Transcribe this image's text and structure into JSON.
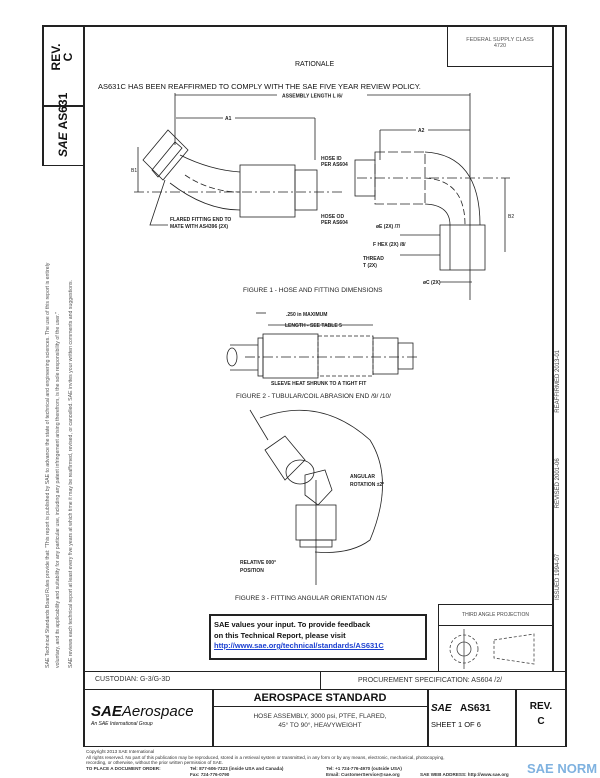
{
  "header": {
    "rev_label": "REV.",
    "rev_value": "C",
    "doc_number": "AS631",
    "sae_mark": "SAE",
    "federal_supply_class": "FEDERAL SUPPLY CLASS",
    "federal_supply_class_value": "4720",
    "rationale_title": "RATIONALE",
    "rationale_text": "AS631C HAS BEEN REAFFIRMED TO COMPLY WITH THE SAE FIVE YEAR REVIEW POLICY."
  },
  "side_notice": {
    "line1": "SAE Technical Standards Board Rules provide that: \"This report is published by SAE to advance the state of technical and engineering sciences. The use of this report is entirely",
    "line2": "voluntary, and its applicability and suitability for any particular use, including any patent infringement arising therefrom, is the sole responsibility of the user.\"",
    "line3": "SAE reviews each technical report at least every five years at which time it may be reaffirmed, revised, or cancelled. SAE invites your written comments and suggestions."
  },
  "right_strip": {
    "issued": "ISSUED 1994-07",
    "revised": "REVISED 2001-06",
    "reaffirmed": "REAFFIRMED 2013-01"
  },
  "figure1": {
    "caption": "FIGURE 1 - HOSE AND FITTING DIMENSIONS",
    "assembly_length": "ASSEMBLY LENGTH L /6/",
    "a1": "A1",
    "a2": "A2",
    "b1": "B1",
    "b2": "B2",
    "hose_id": "HOSE ID",
    "hose_id_per": "PER AS604",
    "hose_od": "HOSE OD",
    "hose_od_per": "PER AS604",
    "flared_1": "FLARED FITTING END TO",
    "flared_2": "MATE WITH AS4396 (2X)",
    "dia_e": "øE (2X) /7/",
    "f_hex": "F HEX (2X) /8/",
    "thread": "THREAD",
    "thread_t": "T (2X)",
    "dia_c": "øC (2X)"
  },
  "figure2": {
    "caption": "FIGURE 2 - TUBULAR/COIL ABRASION END /9/ /10/",
    "max": ".250 in MAXIMUM",
    "length": "LENGTH - SEE TABLE 5",
    "sleeve": "SLEEVE HEAT SHRUNK TO A TIGHT FIT"
  },
  "figure3": {
    "caption": "FIGURE 3 - FITTING ANGULAR ORIENTATION /15/",
    "angular_1": "ANGULAR",
    "angular_2": "ROTATION ±2°",
    "relative_1": "RELATIVE 000°",
    "relative_2": "POSITION"
  },
  "feedback": {
    "line1": "SAE values your input. To provide feedback",
    "line2": "on this Technical Report, please visit",
    "link": "http://www.sae.org/technical/standards/AS631C"
  },
  "projection": {
    "label": "THIRD ANGLE PROJECTION"
  },
  "title_block": {
    "custodian": "CUSTODIAN: G-3/G-3D",
    "procurement": "PROCUREMENT SPECIFICATION: AS604 /2/",
    "logo_sae": "SAE",
    "logo_aerospace": "Aerospace",
    "logo_sub": "An SAE International Group",
    "standard": "AEROSPACE STANDARD",
    "title_1": "HOSE ASSEMBLY, 3000 psi, PTFE, FLARED,",
    "title_2": "45° TO 90°, HEAVYWEIGHT",
    "doc": "AS631",
    "sheet": "SHEET 1 OF 6",
    "rev_label": "REV.",
    "rev_value": "C"
  },
  "footer": {
    "copyright": "Copyright 2013 SAE International",
    "rights_1": "All rights reserved. No part of this publication may be reproduced, stored in a retrieval system or transmitted, in any form or by any means, electronic, mechanical, photocopying,",
    "rights_2": "recording, or otherwise, without the prior written permission of SAE.",
    "order_label": "TO PLACE A DOCUMENT ORDER:",
    "tel_1": "Tel: 877-606-7323 (inside USA and Canada)",
    "fax": "Fax: 724-776-0790",
    "tel_2": "Tel: +1 724-776-4970 (outside USA)",
    "email": "Email: CustomerService@sae.org",
    "web": "SAE WEB ADDRESS: http://www.sae.org",
    "watermark": "SAE NORM"
  }
}
